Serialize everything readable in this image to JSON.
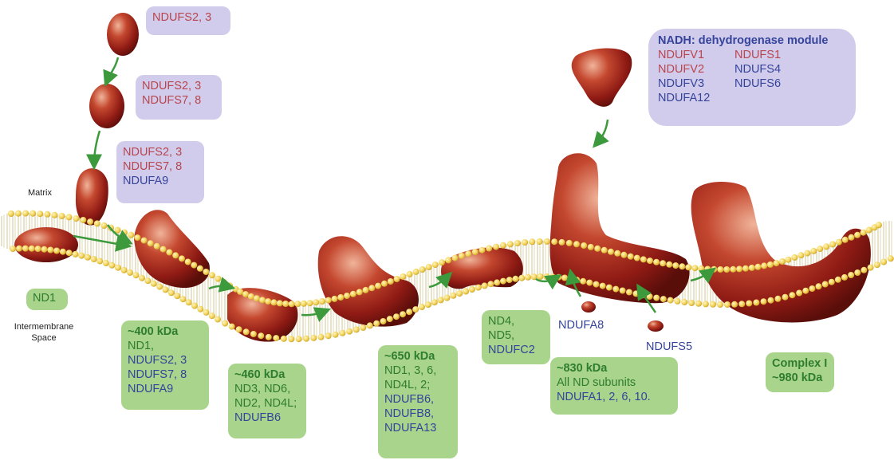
{
  "labels": {
    "matrix": "Matrix",
    "intermembrane_line1": "Intermembrane",
    "intermembrane_line2": "Space",
    "ndufa8": "NDUFA8",
    "ndufs5": "NDUFS5"
  },
  "lavender_boxes": {
    "b1": {
      "lines": [
        "NDUFS2, 3"
      ]
    },
    "b2": {
      "lines": [
        "NDUFS2, 3",
        "NDUFS7, 8"
      ]
    },
    "b3": {
      "lines": [
        "NDUFS2, 3",
        "NDUFS7, 8",
        "NDUFA9"
      ]
    }
  },
  "nadh_module": {
    "title": "NADH: dehydrogenase module",
    "col1": [
      "NDUFV1",
      "NDUFV2",
      "NDUFV3",
      "NDUFA12"
    ],
    "col2": [
      "NDUFS1",
      "NDUFS4",
      "NDUFS6"
    ]
  },
  "green_boxes": {
    "nd1": {
      "lines": [
        "ND1"
      ]
    },
    "kda400": {
      "title": "~400 kDa",
      "lines": [
        "ND1,",
        "NDUFS2, 3",
        "NDUFS7, 8",
        "NDUFA9"
      ]
    },
    "kda460": {
      "title": "~460 kDa",
      "lines": [
        "ND3, ND6,",
        "ND2, ND4L;",
        "NDUFB6"
      ]
    },
    "kda650": {
      "title": "~650 kDa",
      "lines": [
        "ND1, 3, 6,",
        "ND4L, 2;",
        "NDUFB6,",
        "NDUFB8,",
        "NDUFA13"
      ]
    },
    "nd45": {
      "lines": [
        "ND4,",
        "ND5,",
        "NDUFC2"
      ]
    },
    "kda830": {
      "title": "~830 kDa",
      "lines": [
        "All ND subunits",
        "NDUFA1, 2, 6, 10."
      ]
    },
    "complex": {
      "lines": [
        "Complex I",
        "~980 kDa"
      ]
    }
  },
  "colors": {
    "lavender": "#d2ccec",
    "green_box": "#a9d48c",
    "red_text": "#b8464e",
    "blue_text": "#35449b",
    "green_text": "#2f7d2f",
    "protein": "#a8201c",
    "lipid_head": "#f2d35a",
    "arrow": "#3c9a3c"
  }
}
